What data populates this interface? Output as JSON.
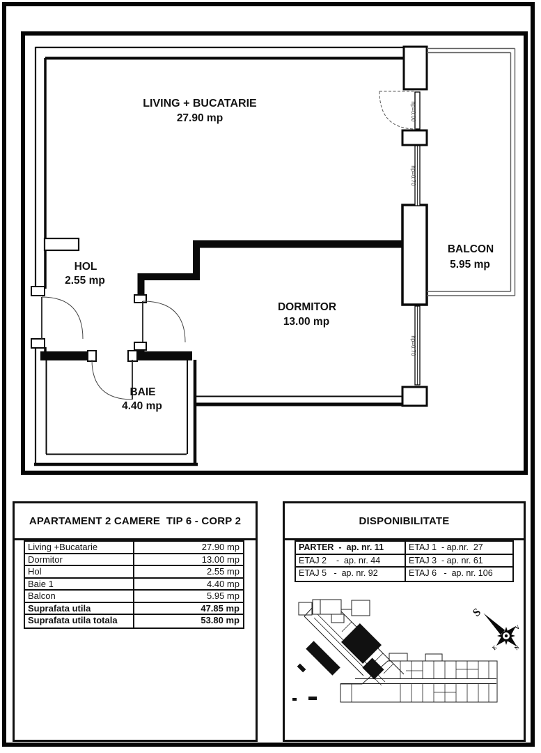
{
  "floor_plan": {
    "rooms": [
      {
        "name": "LIVING + BUCATARIE",
        "area": "27.90 mp"
      },
      {
        "name": "HOL",
        "area": "2.55 mp"
      },
      {
        "name": "DORMITOR",
        "area": "13.00 mp"
      },
      {
        "name": "BAIE",
        "area": "4.40 mp"
      },
      {
        "name": "BALCON",
        "area": "5.95 mp"
      }
    ],
    "annotations": [
      {
        "text": "hp=0.00"
      },
      {
        "text": "hp=0.70"
      },
      {
        "text": "hp=0.70"
      }
    ]
  },
  "apartment_table": {
    "title": "APARTAMENT 2 CAMERE  TIP 6 - CORP 2",
    "rows": [
      {
        "label": "Living +Bucatarie",
        "value": "27.90 mp"
      },
      {
        "label": "Dormitor",
        "value": "13.00 mp"
      },
      {
        "label": "Hol",
        "value": "2.55 mp"
      },
      {
        "label": "Baie 1",
        "value": "4.40 mp"
      },
      {
        "label": "Balcon",
        "value": "5.95 mp"
      },
      {
        "label": "Suprafata utila",
        "value": "47.85 mp"
      },
      {
        "label": "Suprafata utila totala",
        "value": "53.80 mp"
      }
    ]
  },
  "availability": {
    "title": "DISPONIBILITATE",
    "rows": [
      {
        "left": "PARTER  -  ap. nr. 11",
        "right": "ETAJ 1  - ap.nr.  27"
      },
      {
        "left": "ETAJ 2    -  ap. nr. 44",
        "right": "ETAJ 3  - ap. nr. 61"
      },
      {
        "left": "ETAJ 5   -  ap. nr. 92",
        "right": "ETAJ 6   -  ap. nr. 106"
      }
    ]
  },
  "compass": {
    "south": "S",
    "west": "V",
    "east": "E",
    "north": "N"
  },
  "colors": {
    "wall": "#0a0a0a",
    "railing": "#5f5f5f",
    "highlight": "#111111"
  }
}
